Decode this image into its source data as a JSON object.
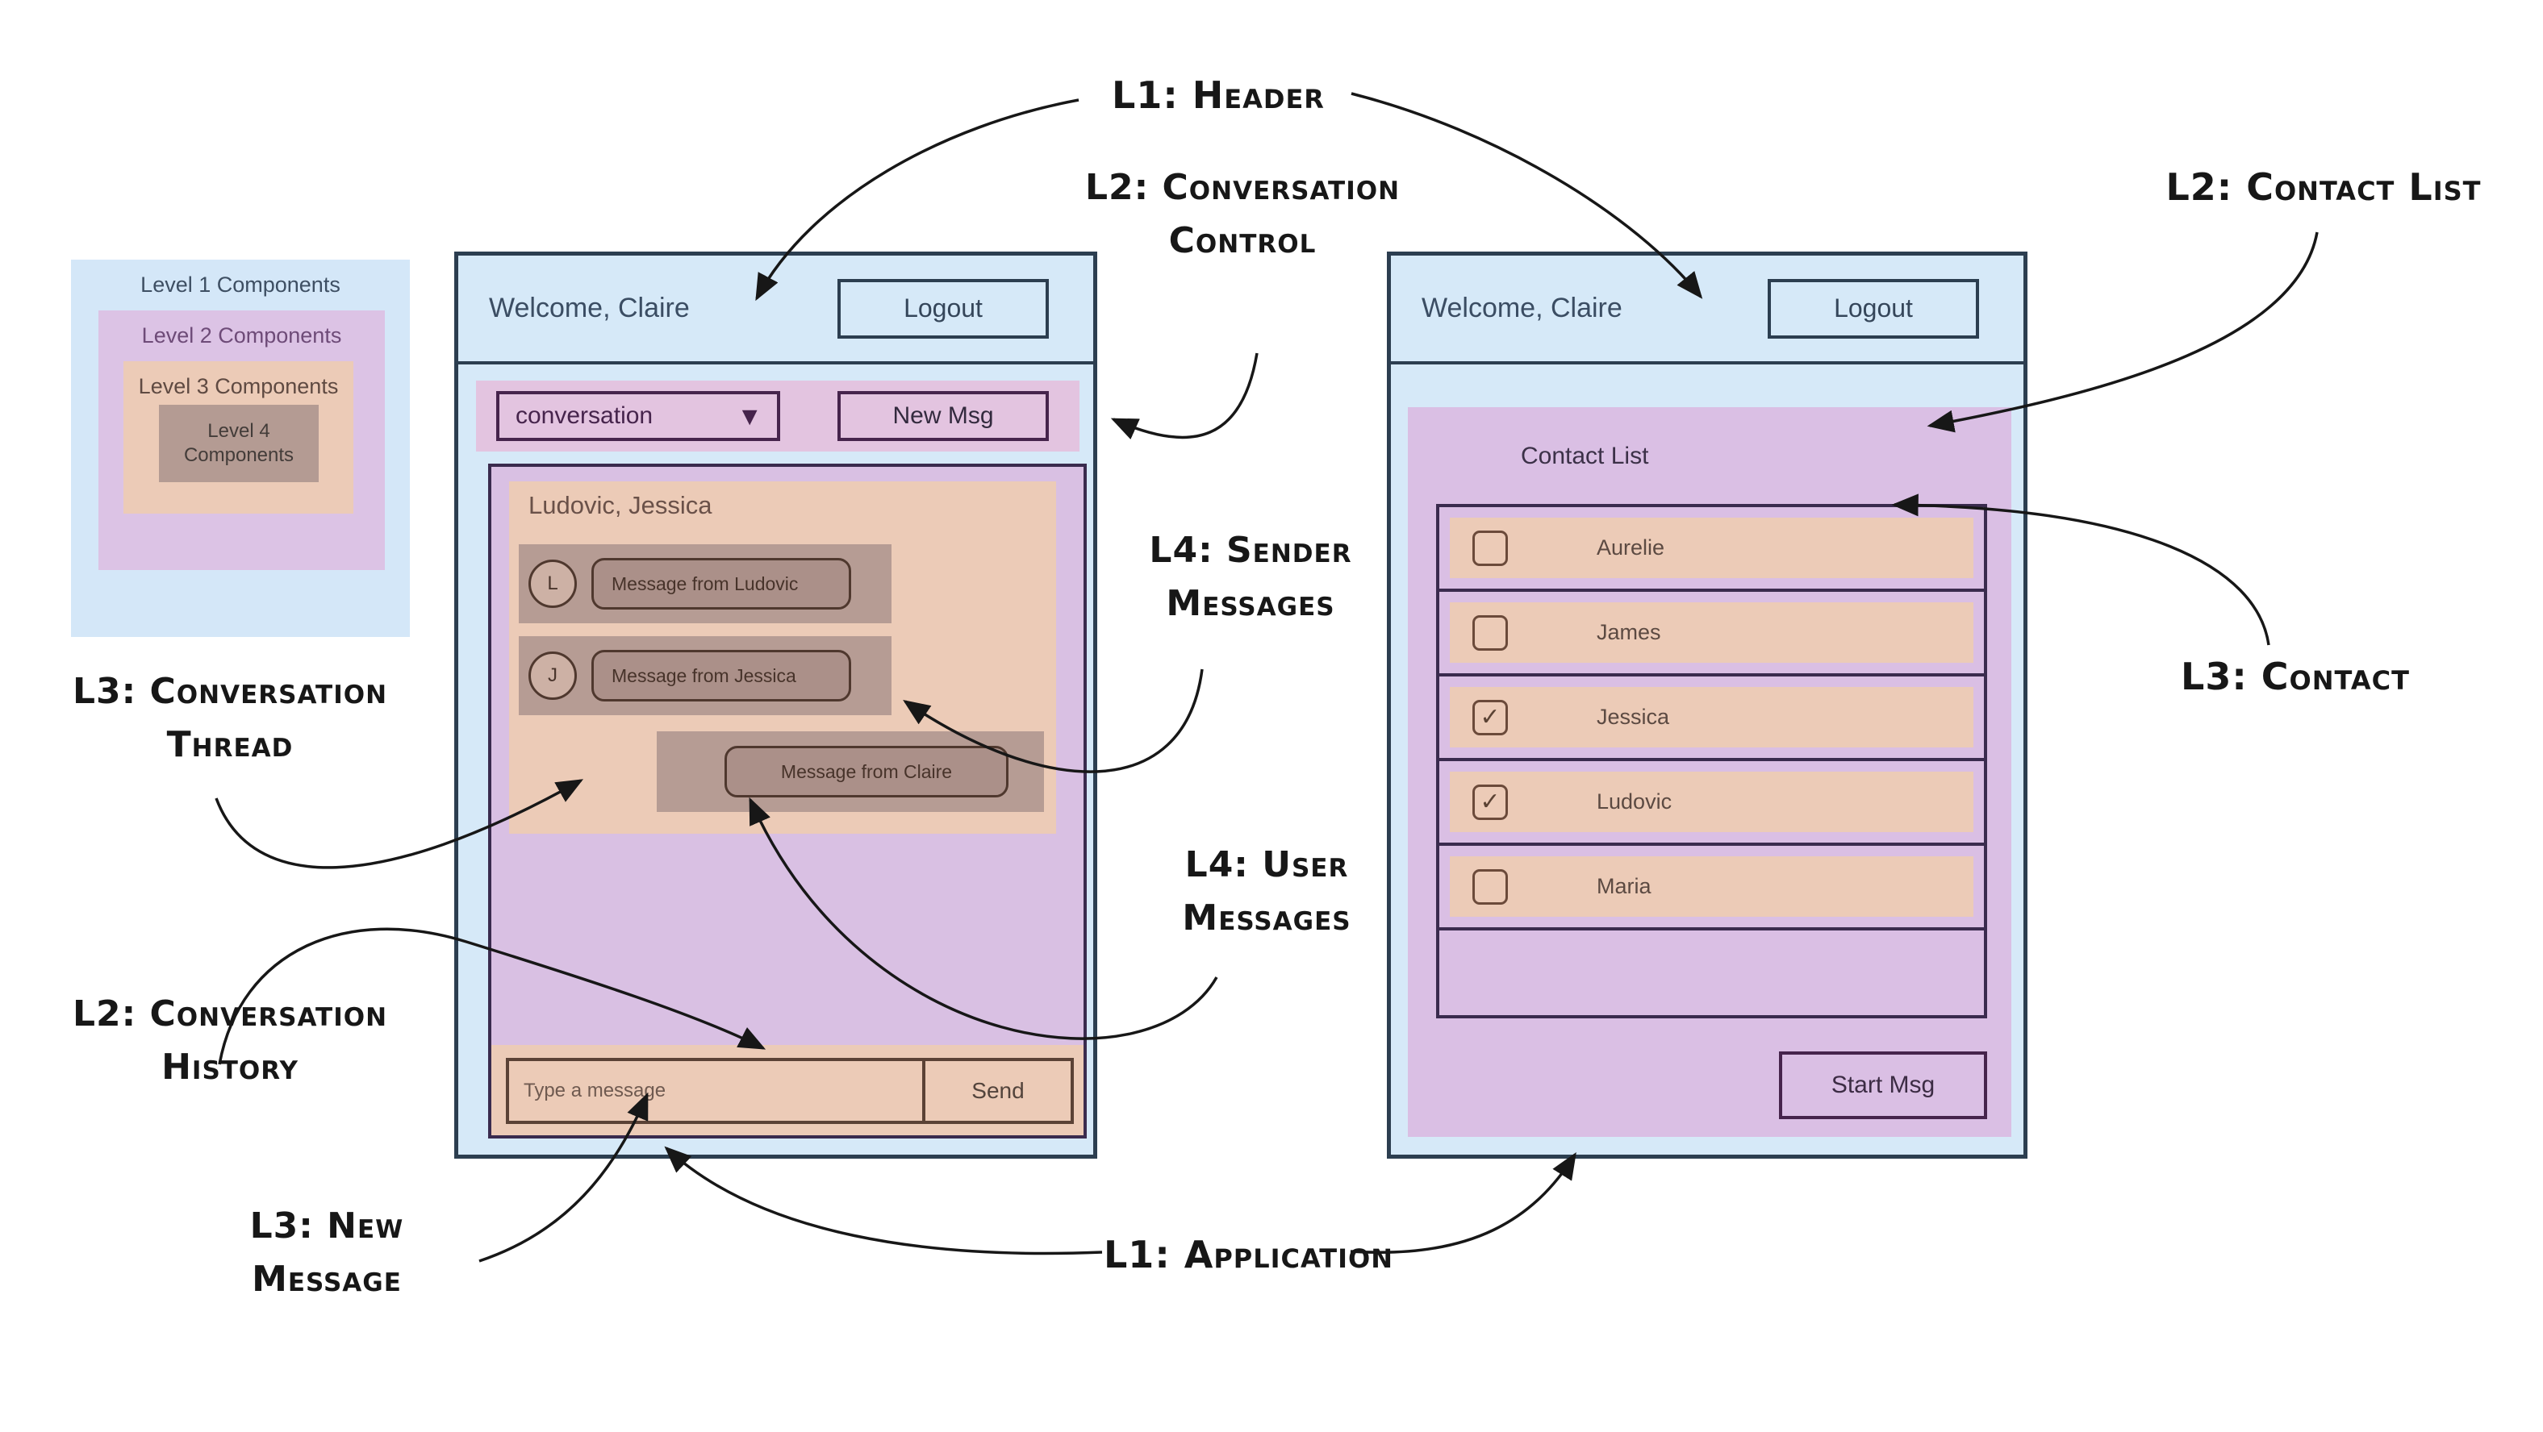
{
  "legend": {
    "level1": "Level 1 Components",
    "level2": "Level 2 Components",
    "level3": "Level 3 Components",
    "level4": "Level 4 Components"
  },
  "left_app": {
    "header": {
      "welcome": "Welcome, Claire",
      "logout_label": "Logout"
    },
    "conversation_control": {
      "dropdown_value": "conversation",
      "dropdown_caret": "▼",
      "new_msg_label": "New Msg"
    },
    "conversation_thread": {
      "title": "Ludovic, Jessica",
      "messages": [
        {
          "avatar": "L",
          "text": "Message from Ludovic",
          "align": "left"
        },
        {
          "avatar": "J",
          "text": "Message from Jessica",
          "align": "left"
        },
        {
          "avatar": "",
          "text": "Message from Claire",
          "align": "right"
        }
      ]
    },
    "new_message": {
      "placeholder": "Type a message",
      "send_label": "Send"
    }
  },
  "right_app": {
    "header": {
      "welcome": "Welcome, Claire",
      "logout_label": "Logout"
    },
    "contact_list": {
      "title": "Contact List",
      "contacts": [
        {
          "name": "Aurelie",
          "checked": false,
          "check_glyph": ""
        },
        {
          "name": "James",
          "checked": false,
          "check_glyph": ""
        },
        {
          "name": "Jessica",
          "checked": true,
          "check_glyph": "✓"
        },
        {
          "name": "Ludovic",
          "checked": true,
          "check_glyph": "✓"
        },
        {
          "name": "Maria",
          "checked": false,
          "check_glyph": ""
        }
      ],
      "start_msg_label": "Start Msg"
    }
  },
  "annotations": {
    "l1_header": "L1: Header",
    "l2_conversation_control": "L2: Conversation Control",
    "l2_contact_list": "L2: Contact List",
    "l4_sender_messages": "L4: Sender Messages",
    "l3_contact": "L3: Contact",
    "l3_conversation_thread": "L3: Conversation Thread",
    "l2_conversation_history": "L2: Conversation History",
    "l4_user_messages": "L4: User Messages",
    "l3_new_message": "L3: New Message",
    "l1_application": "L1: Application"
  },
  "colors": {
    "level1_blue": "#d4e7f8",
    "level2_purple": "#dcc3e5",
    "level3_tan": "#eccbb7",
    "level4_brown": "#b49b93",
    "app_border": "#2c3e50",
    "purple_border": "#3a2b4e",
    "control_border": "#46244c",
    "brown_border": "#5b4236",
    "annotation_ink": "#171717"
  }
}
